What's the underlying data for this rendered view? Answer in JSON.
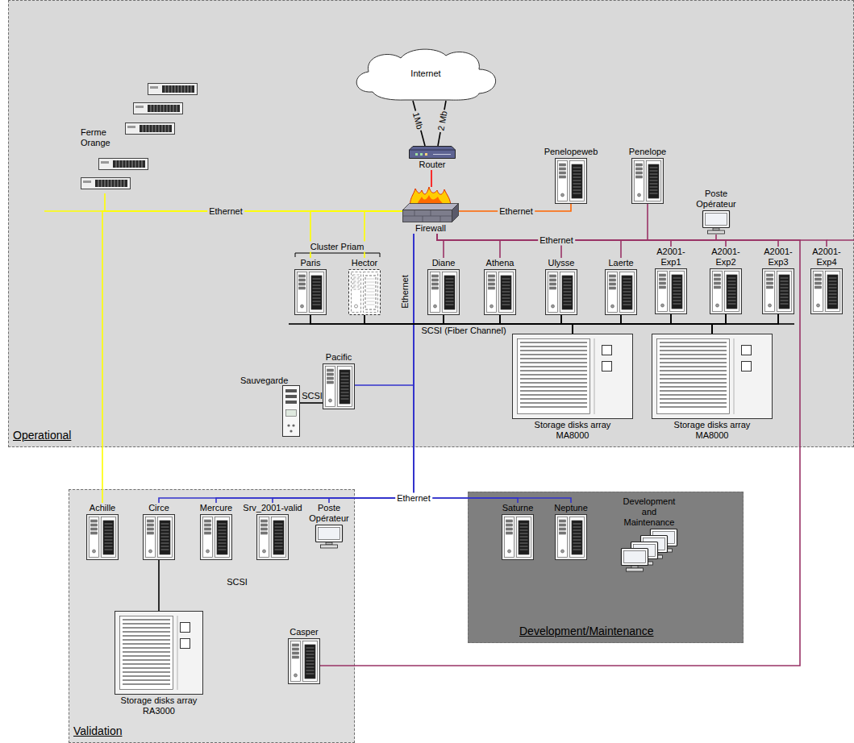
{
  "diagram": {
    "nodes": [
      {
        "text": [
          "Operational"
        ]
      },
      {
        "text": [
          "Internet"
        ],
        "in": 0
      },
      {
        "text": [
          "Router"
        ],
        "in": 0
      },
      {
        "text": [
          "Firewall"
        ],
        "in": 0
      },
      {
        "text": [
          "Ferme Orange"
        ],
        "in": 0
      },
      {
        "text": [
          "Paris"
        ],
        "in": 0
      },
      {
        "text": [
          "Hector"
        ],
        "in": 0
      },
      {
        "text": [
          "Diane"
        ],
        "in": 0
      },
      {
        "text": [
          "Athena"
        ],
        "in": 0
      },
      {
        "text": [
          "Ulysse"
        ],
        "in": 0
      },
      {
        "text": [
          "Laerte"
        ],
        "in": 0
      },
      {
        "text": [
          "A2001-Exp1"
        ],
        "in": 0
      },
      {
        "text": [
          "A2001-Exp2"
        ],
        "in": 0
      },
      {
        "text": [
          "A2001-Exp3"
        ],
        "in": 0
      },
      {
        "text": [
          "A2001-Exp4"
        ],
        "in": 0
      },
      {
        "text": [
          "Penelopeweb"
        ],
        "in": 0
      },
      {
        "text": [
          "Penelope"
        ],
        "in": 0
      },
      {
        "text": [
          "Poste Opérateur"
        ],
        "in": 0
      },
      {
        "text": [
          "Storage disks array MA8000"
        ],
        "in": 0
      },
      {
        "text": [
          "Storage disks array MA8000"
        ],
        "in": 0
      },
      {
        "text": [
          "Pacific"
        ],
        "in": 0
      },
      {
        "text": [
          "Sauvegarde"
        ],
        "in": 0
      },
      {
        "text": [
          "Validation"
        ]
      },
      {
        "text": [
          "Achille"
        ],
        "in": 22
      },
      {
        "text": [
          "Circe"
        ],
        "in": 22
      },
      {
        "text": [
          "Mercure"
        ],
        "in": 22
      },
      {
        "text": [
          "Srv_2001-valid"
        ],
        "in": 22
      },
      {
        "text": [
          "Poste Opérateur"
        ],
        "in": 22
      },
      {
        "text": [
          "Storage disks array RA3000"
        ],
        "in": 22
      },
      {
        "text": [
          "Casper"
        ],
        "in": 22
      },
      {
        "text": [
          "Development/Maintenance"
        ]
      },
      {
        "text": [
          "Saturne"
        ],
        "in": 30
      },
      {
        "text": [
          "Neptune"
        ],
        "in": 30
      },
      {
        "text": [
          "Development and Maintenance"
        ],
        "in": 30
      }
    ],
    "edges": [
      {
        "from": 1,
        "to": 2,
        "arrow": "none",
        "label": "1Mb"
      },
      {
        "from": 1,
        "to": 2,
        "arrow": "none",
        "label": "2 Mb"
      },
      {
        "from": 2,
        "to": 3,
        "arrow": "none"
      },
      {
        "from": 3,
        "to": 4,
        "arrow": "none"
      },
      {
        "from": 3,
        "to": 5,
        "arrow": "none"
      },
      {
        "from": 3,
        "to": 6,
        "arrow": "none"
      },
      {
        "from": 3,
        "to": 23,
        "arrow": "none"
      },
      {
        "from": 3,
        "to": 15,
        "arrow": "none"
      },
      {
        "from": 3,
        "to": 7,
        "arrow": "none"
      },
      {
        "from": 3,
        "to": 8,
        "arrow": "none"
      },
      {
        "from": 3,
        "to": 9,
        "arrow": "none"
      },
      {
        "from": 3,
        "to": 10,
        "arrow": "none"
      },
      {
        "from": 3,
        "to": 11,
        "arrow": "none"
      },
      {
        "from": 3,
        "to": 12,
        "arrow": "none"
      },
      {
        "from": 3,
        "to": 13,
        "arrow": "none"
      },
      {
        "from": 3,
        "to": 14,
        "arrow": "none"
      },
      {
        "from": 3,
        "to": 16,
        "arrow": "none"
      },
      {
        "from": 3,
        "to": 17,
        "arrow": "none"
      },
      {
        "from": 3,
        "to": 29,
        "arrow": "none"
      },
      {
        "from": 3,
        "to": 20,
        "arrow": "none"
      },
      {
        "from": 3,
        "to": 24,
        "arrow": "none"
      },
      {
        "from": 3,
        "to": 25,
        "arrow": "none"
      },
      {
        "from": 3,
        "to": 26,
        "arrow": "none"
      },
      {
        "from": 3,
        "to": 27,
        "arrow": "none"
      },
      {
        "from": 3,
        "to": 31,
        "arrow": "none"
      },
      {
        "from": 3,
        "to": 32,
        "arrow": "none"
      },
      {
        "from": 20,
        "to": 21,
        "arrow": "none",
        "label": "SCSI"
      },
      {
        "from": 24,
        "to": 28,
        "arrow": "none"
      },
      {
        "from": 5,
        "to": 18,
        "arrow": "none"
      },
      {
        "from": 5,
        "to": 19,
        "arrow": "none"
      },
      {
        "from": 6,
        "to": 18,
        "arrow": "none"
      },
      {
        "from": 6,
        "to": 19,
        "arrow": "none"
      },
      {
        "from": 7,
        "to": 18,
        "arrow": "none"
      },
      {
        "from": 7,
        "to": 19,
        "arrow": "none"
      },
      {
        "from": 8,
        "to": 18,
        "arrow": "none"
      },
      {
        "from": 8,
        "to": 19,
        "arrow": "none"
      },
      {
        "from": 9,
        "to": 18,
        "arrow": "none"
      },
      {
        "from": 9,
        "to": 19,
        "arrow": "none"
      },
      {
        "from": 10,
        "to": 18,
        "arrow": "none"
      },
      {
        "from": 10,
        "to": 19,
        "arrow": "none"
      },
      {
        "from": 11,
        "to": 18,
        "arrow": "none"
      },
      {
        "from": 11,
        "to": 19,
        "arrow": "none"
      },
      {
        "from": 12,
        "to": 18,
        "arrow": "none"
      },
      {
        "from": 12,
        "to": 19,
        "arrow": "none"
      },
      {
        "from": 13,
        "to": 18,
        "arrow": "none"
      },
      {
        "from": 13,
        "to": 19,
        "arrow": "none"
      }
    ],
    "labels": [
      "Ethernet",
      "Ethernet",
      "Ethernet",
      "Ethernet",
      "Cluster Priam",
      "SCSI (Fiber Channel)",
      "Ethernet",
      "SCSI"
    ]
  }
}
